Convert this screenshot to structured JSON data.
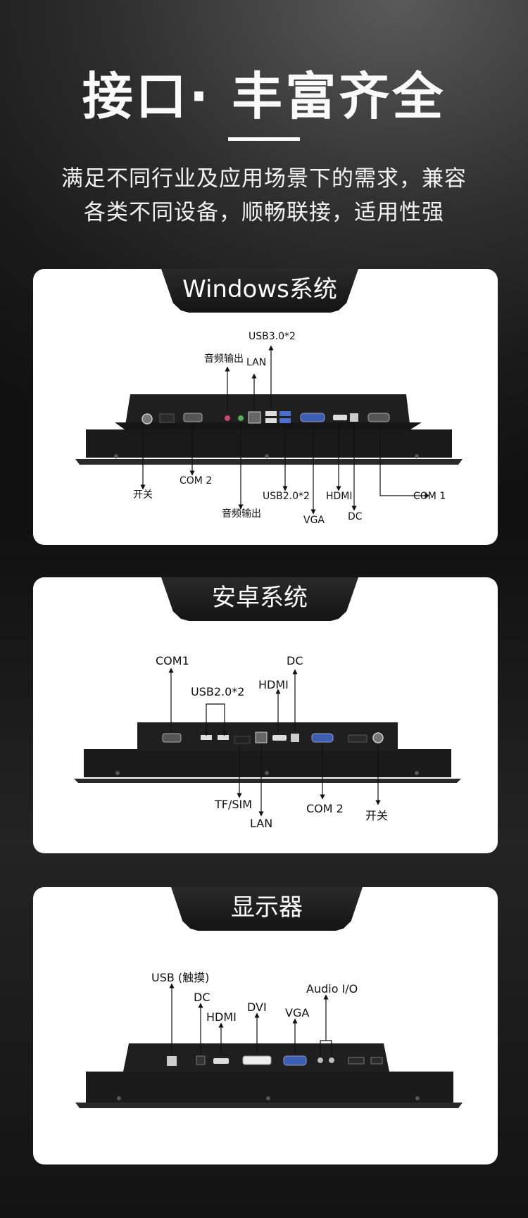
{
  "header": {
    "title": "接口· 丰富齐全",
    "subtitle_line1": "满足不同行业及应用场景下的需求，兼容",
    "subtitle_line2": "各类不同设备，顺畅联接，适用性强"
  },
  "panels": [
    {
      "tab": "Windows系统",
      "labels": {
        "usb30": "USB3.0*2",
        "audio_top": "音频输出",
        "lan": "LAN",
        "power": "开关",
        "com2": "COM 2",
        "audio_bottom": "音频输出",
        "usb20": "USB2.0*2",
        "vga": "VGA",
        "hdmi": "HDMI",
        "dc": "DC",
        "com1": "COM 1"
      }
    },
    {
      "tab": "安卓系统",
      "labels": {
        "com1": "COM1",
        "usb20": "USB2.0*2",
        "hdmi": "HDMI",
        "dc": "DC",
        "tfsim": "TF/SIM",
        "lan": "LAN",
        "com2": "COM 2",
        "power": "开关"
      }
    },
    {
      "tab": "显示器",
      "labels": {
        "usb": "USB (触摸)",
        "dc": "DC",
        "hdmi": "HDMI",
        "dvi": "DVI",
        "vga": "VGA",
        "audio": "Audio I/O"
      }
    }
  ],
  "colors": {
    "panel_bg": "#ffffff",
    "device_body": "#1c1c1c",
    "vga_port": "#3c5fb3",
    "label": "#111111"
  }
}
